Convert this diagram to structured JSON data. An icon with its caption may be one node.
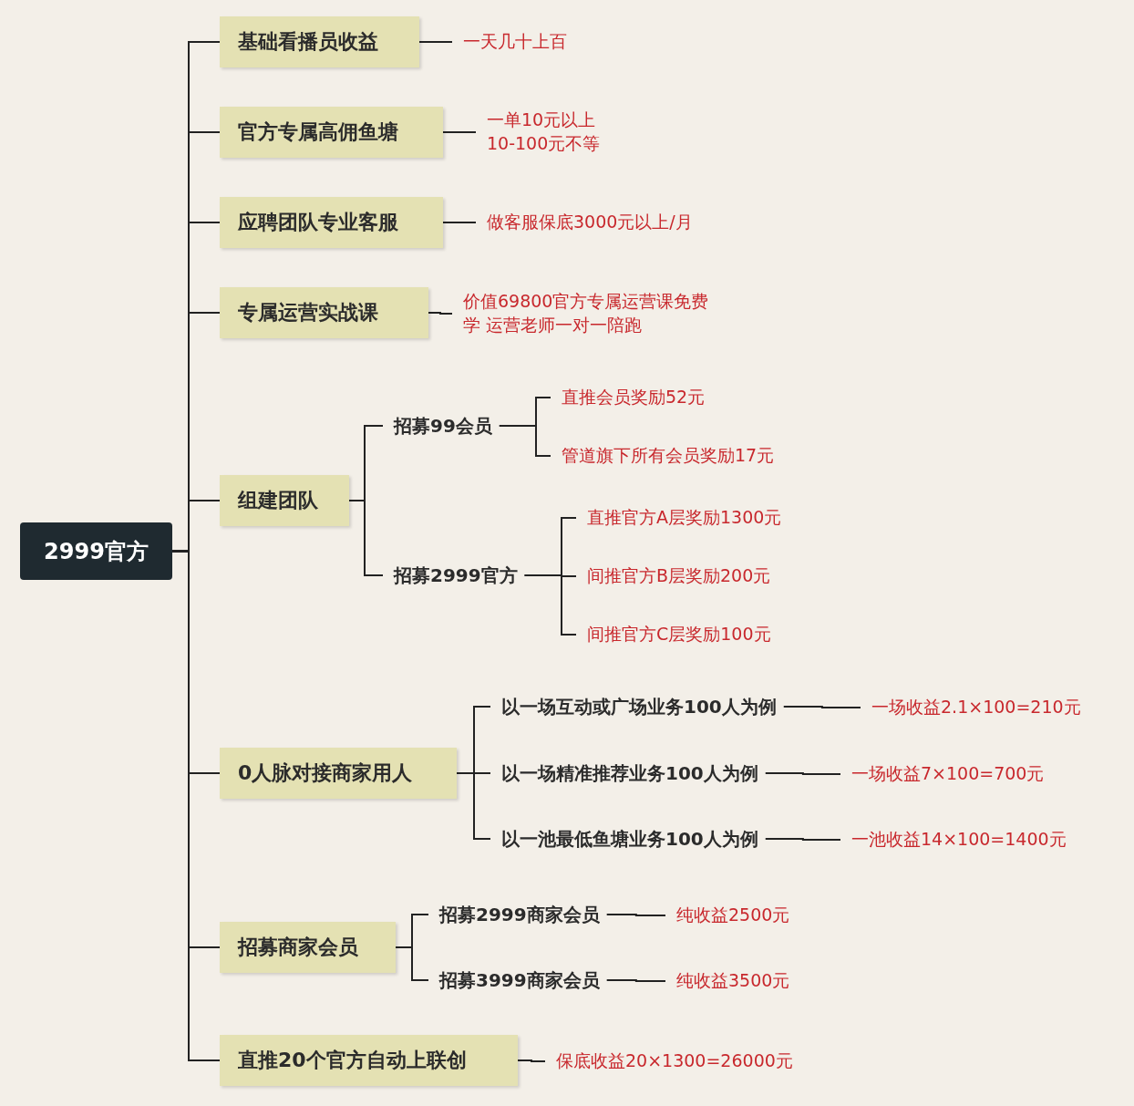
{
  "diagram": {
    "nodes": [
      {
        "text": [
          "2999官方"
        ]
      },
      {
        "text": [
          "基础看播员收益"
        ]
      },
      {
        "text": [
          "官方专属高佣鱼塘"
        ]
      },
      {
        "text": [
          "应聘团队专业客服"
        ]
      },
      {
        "text": [
          "专属运营实战课"
        ]
      },
      {
        "text": [
          "组建团队"
        ]
      },
      {
        "text": [
          "0人脉对接商家用人"
        ]
      },
      {
        "text": [
          "招募商家会员"
        ]
      },
      {
        "text": [
          "直推20个官方自动上联创"
        ]
      },
      {
        "text": [
          "一天几十上百"
        ]
      },
      {
        "text": [
          "一单10元以上10-100元不等"
        ]
      },
      {
        "text": [
          "做客服保底3000元以上/月"
        ]
      },
      {
        "text": [
          "价值69800官方专属运营课免费学 运营老师一对一陪跑"
        ]
      },
      {
        "text": [
          "招募99会员"
        ]
      },
      {
        "text": [
          "招募2999官方"
        ]
      },
      {
        "text": [
          "直推会员奖励52元"
        ]
      },
      {
        "text": [
          "管道旗下所有会员奖励17元"
        ]
      },
      {
        "text": [
          "直推官方A层奖励1300元"
        ]
      },
      {
        "text": [
          "间推官方B层奖励200元"
        ]
      },
      {
        "text": [
          "间推官方C层奖励100元"
        ]
      },
      {
        "text": [
          "以一场互动或广场业务100人为例"
        ]
      },
      {
        "text": [
          "以一场精准推荐业务100人为例"
        ]
      },
      {
        "text": [
          "以一池最低鱼塘业务100人为例"
        ]
      },
      {
        "text": [
          "一场收益2.1×100=210元"
        ]
      },
      {
        "text": [
          "一场收益7×100=700元"
        ]
      },
      {
        "text": [
          "一池收益14×100=1400元"
        ]
      },
      {
        "text": [
          "招募2999商家会员"
        ]
      },
      {
        "text": [
          "招募3999商家会员"
        ]
      },
      {
        "text": [
          "纯收益2500元"
        ]
      },
      {
        "text": [
          "纯收益3500元"
        ]
      },
      {
        "text": [
          "保底收益20×1300=26000元"
        ]
      }
    ],
    "edges": [
      {
        "from": 0,
        "to": 1,
        "arrow": "none"
      },
      {
        "from": 0,
        "to": 2,
        "arrow": "none"
      },
      {
        "from": 0,
        "to": 3,
        "arrow": "none"
      },
      {
        "from": 0,
        "to": 4,
        "arrow": "none"
      },
      {
        "from": 0,
        "to": 5,
        "arrow": "none"
      },
      {
        "from": 0,
        "to": 6,
        "arrow": "none"
      },
      {
        "from": 0,
        "to": 7,
        "arrow": "none"
      },
      {
        "from": 0,
        "to": 8,
        "arrow": "none"
      },
      {
        "from": 1,
        "to": 9,
        "arrow": "none"
      },
      {
        "from": 2,
        "to": 10,
        "arrow": "none"
      },
      {
        "from": 3,
        "to": 11,
        "arrow": "none"
      },
      {
        "from": 4,
        "to": 12,
        "arrow": "none"
      },
      {
        "from": 5,
        "to": 13,
        "arrow": "none"
      },
      {
        "from": 5,
        "to": 14,
        "arrow": "none"
      },
      {
        "from": 13,
        "to": 15,
        "arrow": "none"
      },
      {
        "from": 13,
        "to": 16,
        "arrow": "none"
      },
      {
        "from": 14,
        "to": 17,
        "arrow": "none"
      },
      {
        "from": 14,
        "to": 18,
        "arrow": "none"
      },
      {
        "from": 14,
        "to": 19,
        "arrow": "none"
      },
      {
        "from": 6,
        "to": 20,
        "arrow": "none"
      },
      {
        "from": 6,
        "to": 21,
        "arrow": "none"
      },
      {
        "from": 6,
        "to": 22,
        "arrow": "none"
      },
      {
        "from": 20,
        "to": 23,
        "arrow": "none"
      },
      {
        "from": 21,
        "to": 24,
        "arrow": "none"
      },
      {
        "from": 22,
        "to": 25,
        "arrow": "none"
      },
      {
        "from": 7,
        "to": 26,
        "arrow": "none"
      },
      {
        "from": 7,
        "to": 27,
        "arrow": "none"
      },
      {
        "from": 26,
        "to": 28,
        "arrow": "none"
      },
      {
        "from": 27,
        "to": 29,
        "arrow": "none"
      },
      {
        "from": 8,
        "to": 30,
        "arrow": "none"
      }
    ]
  }
}
